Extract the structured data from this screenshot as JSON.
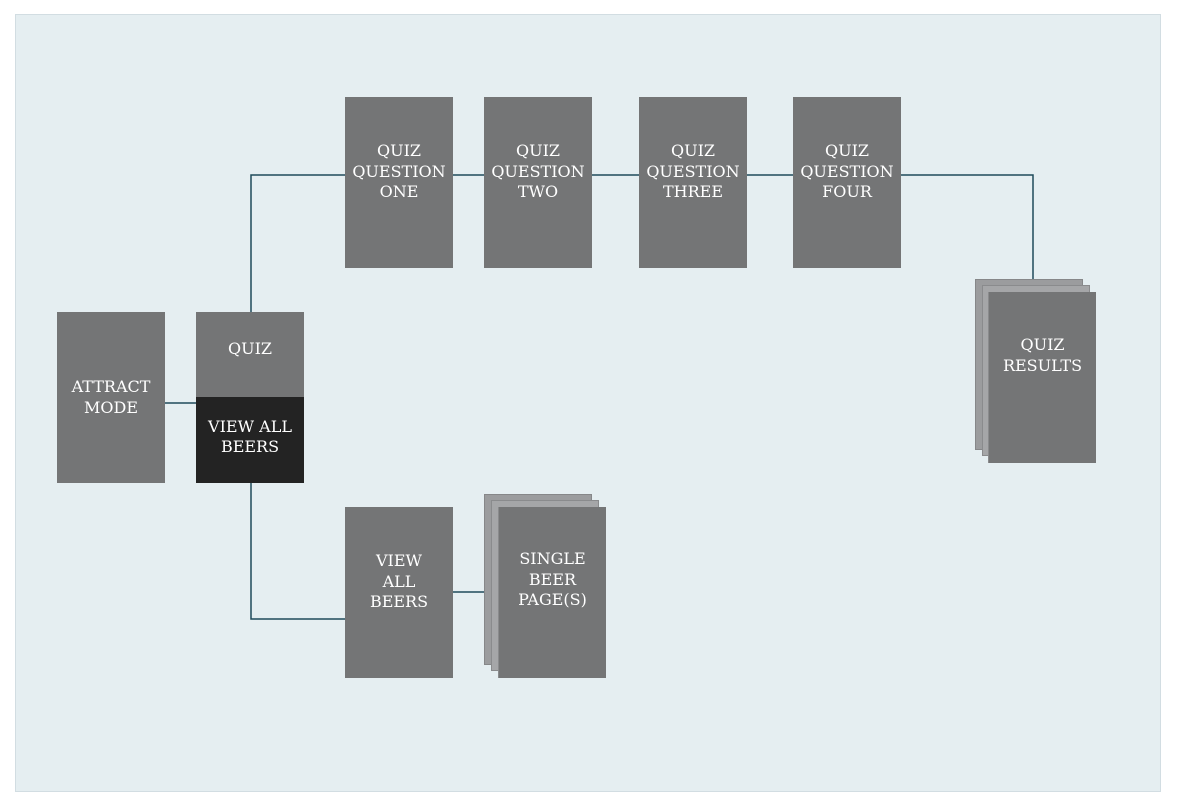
{
  "colors": {
    "background": "#e5eef1",
    "box_fill": "#747576",
    "box_dark": "#232323",
    "connector": "#1e4a5a",
    "text": "#ffffff"
  },
  "nodes": {
    "attract_mode": [
      "ATTRACT",
      "MODE"
    ],
    "quiz": [
      "QUIZ"
    ],
    "view_all_beers_nav": [
      "VIEW ALL",
      "BEERS"
    ],
    "quiz_question_one": [
      "QUIZ",
      "QUESTION",
      "ONE"
    ],
    "quiz_question_two": [
      "QUIZ",
      "QUESTION",
      "TWO"
    ],
    "quiz_question_three": [
      "QUIZ",
      "QUESTION",
      "THREE"
    ],
    "quiz_question_four": [
      "QUIZ",
      "QUESTION",
      "FOUR"
    ],
    "quiz_results": [
      "QUIZ",
      "RESULTS"
    ],
    "view_all_beers_page": [
      "VIEW",
      "ALL",
      "BEERS"
    ],
    "single_beer_pages": [
      "SINGLE",
      "BEER",
      "PAGE(S)"
    ]
  }
}
